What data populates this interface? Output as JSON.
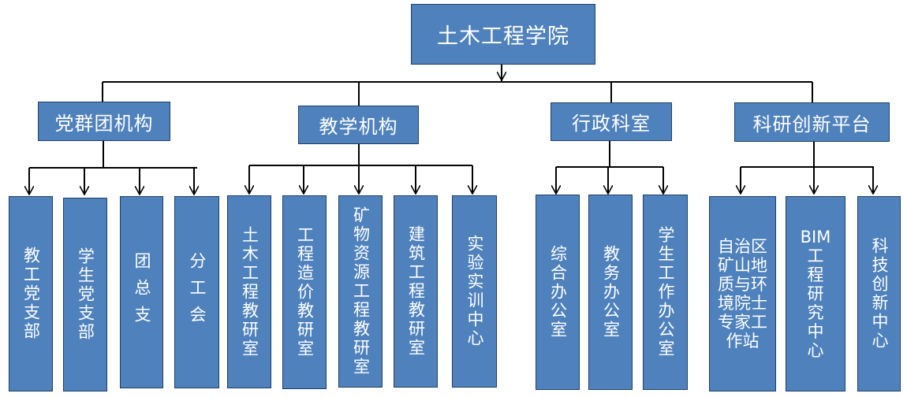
{
  "root": "土木工程学院",
  "groups": [
    {
      "label": "党群团机构",
      "children": [
        "教工党支部",
        "学生党支部",
        "团总支",
        "分工会"
      ]
    },
    {
      "label": "教学机构",
      "children": [
        "土木工程教研室",
        "工程造价教研室",
        "矿物资源工程教研室",
        "建筑工程教研室",
        "实验实训中心"
      ]
    },
    {
      "label": "行政科室",
      "children": [
        "综合办公室",
        "教务办公室",
        "学生工作办公室"
      ]
    },
    {
      "label": "科研创新平台",
      "children": [
        "自治区矿山地质与环境院士专家工作站",
        "BIM工程研究中心",
        "科技创新中心"
      ]
    }
  ],
  "colors": {
    "box_fill": "#4f81bd",
    "box_border": "#1f3f66",
    "line": "#000000",
    "text": "#ffffff"
  }
}
